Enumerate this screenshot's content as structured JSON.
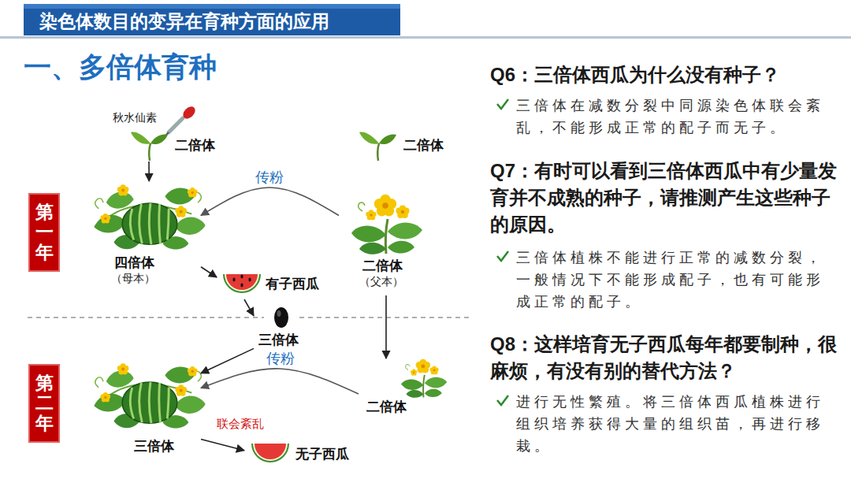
{
  "diagram": {
    "title": "染色体数目的变异在育种方面的应用",
    "nodes": [
      {
        "text": [
          "二倍体"
        ]
      },
      {
        "text": [
          "二倍体"
        ]
      },
      {
        "text": [
          "第一年"
        ]
      },
      {
        "text": [
          "四倍体",
          "（母本）"
        ]
      },
      {
        "text": [
          "二倍体",
          "（父本）"
        ]
      },
      {
        "text": [
          "有子西瓜"
        ]
      },
      {
        "text": [
          "三倍体"
        ]
      },
      {
        "text": [
          "第二年"
        ]
      },
      {
        "text": [
          "三倍体"
        ]
      },
      {
        "text": [
          "二倍体"
        ]
      },
      {
        "text": [
          "无子西瓜"
        ]
      }
    ],
    "edges": [
      {
        "from": 0,
        "to": 3,
        "arrow": "to"
      },
      {
        "from": 4,
        "to": 3,
        "label": "传粉",
        "arrow": "to"
      },
      {
        "from": 3,
        "to": 5,
        "arrow": "to"
      },
      {
        "from": 5,
        "to": 6,
        "arrow": "to"
      },
      {
        "from": 6,
        "to": 8,
        "arrow": "to"
      },
      {
        "from": 4,
        "to": 9,
        "arrow": "to"
      },
      {
        "from": 9,
        "to": 8,
        "label": "传粉",
        "arrow": "to"
      },
      {
        "from": 8,
        "to": 10,
        "arrow": "to"
      }
    ],
    "labels": [
      "一、多倍体育种",
      "秋水仙素",
      "联会紊乱",
      "Q6：三倍体西瓜为什么没有种子？",
      "三倍体在减数分裂中同源染色体联会紊乱，不能形成正常的配子而无子。",
      "Q7：有时可以看到三倍体西瓜中有少量发育并不成熟的种子，请推测产生这些种子的原因。",
      "三倍体植株不能进行正常的减数分裂，一般情况下不能形成配子，也有可能形成正常的配子。",
      "Q8：这样培育无子西瓜每年都要制种，很麻烦，有没有别的替代方法？",
      "进行无性繁殖。将三倍体西瓜植株进行组织培养获得大量的组织苗，再进行移栽。"
    ]
  }
}
